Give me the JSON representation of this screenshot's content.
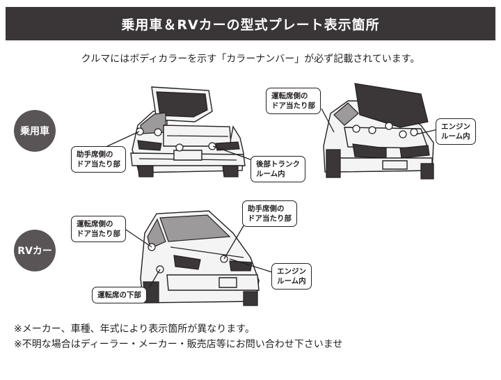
{
  "title": "乗用車＆RVカーの型式プレート表示箇所",
  "subtitle": "クルマにはボディカラーを示す「カラーナンバー」が必ず記載されています。",
  "sections": {
    "sedan": {
      "label": "乗用車"
    },
    "rv": {
      "label": "RVカー"
    }
  },
  "callouts": {
    "sedan_passenger_door": [
      "助手席側の",
      "ドア当たり部"
    ],
    "sedan_trunk": [
      "後部トランク",
      "ルーム内"
    ],
    "sedan_driver_door": [
      "運転席側の",
      "ドア当たり部"
    ],
    "sedan_engine": [
      "エンジン",
      "ルーム内"
    ],
    "rv_driver_door": [
      "運転席側の",
      "ドア当たり部"
    ],
    "rv_passenger_door": [
      "助手席側の",
      "ドア当たり部"
    ],
    "rv_engine": [
      "エンジン",
      "ルーム内"
    ],
    "rv_under_seat": [
      "運転席の下部"
    ]
  },
  "notes": [
    "※メーカー、車種、年式により表示箇所が異なります。",
    "※不明な場合はディーラー・メーカー・販売店等にお問い合わせ下さいませ"
  ],
  "colors": {
    "title_bg": "#3a3536",
    "badge_bg": "#595556",
    "text": "#231f20"
  }
}
